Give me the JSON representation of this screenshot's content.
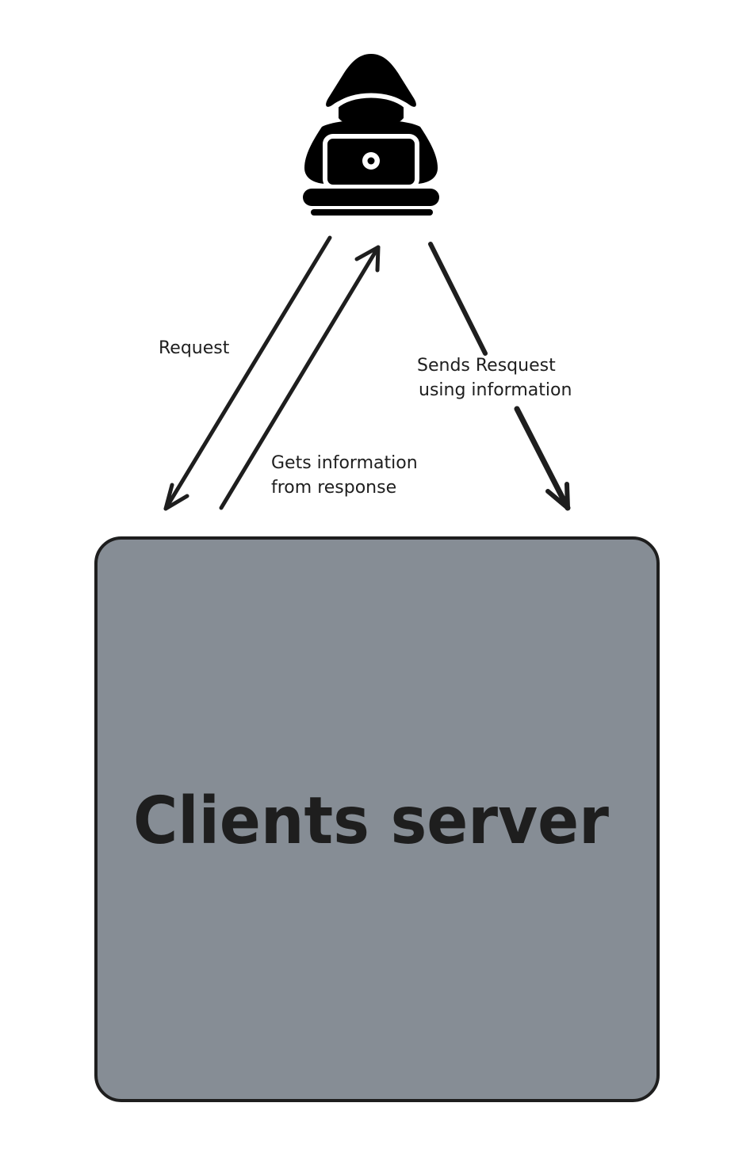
{
  "diagram": {
    "nodes": {
      "attacker": {
        "icon": "hacker-icon"
      },
      "server": {
        "label": "Clients server",
        "fill_color": "#868d95",
        "border_color": "#1e1e1e"
      }
    },
    "edges": {
      "request": {
        "label": "Request",
        "from": "attacker",
        "to": "server"
      },
      "response": {
        "line1": "Gets information",
        "line2": "from response",
        "from": "server",
        "to": "attacker"
      },
      "resend": {
        "line1": "Sends Resquest",
        "line2": "using information",
        "from": "attacker",
        "to": "server"
      }
    },
    "colors": {
      "ink": "#1e1e1e",
      "background": "#ffffff"
    }
  }
}
